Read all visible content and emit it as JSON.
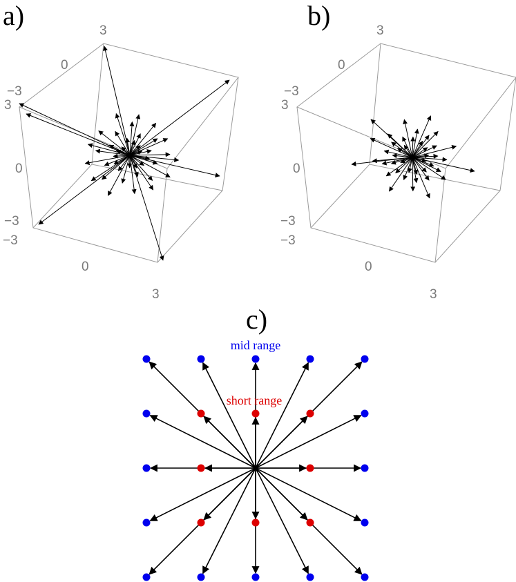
{
  "panels": {
    "a": {
      "label": "a)"
    },
    "b": {
      "label": "b)"
    },
    "c": {
      "label": "c)"
    }
  },
  "ticks": {
    "neg": "−3",
    "zero": "0",
    "pos": "3"
  },
  "annotations": {
    "mid": "mid range",
    "short": "short range"
  },
  "colors": {
    "mid": "#0000ee",
    "short": "#dd0000",
    "arrow": "#000000"
  },
  "lattice": {
    "mid_count": 16,
    "short_count": 8
  }
}
